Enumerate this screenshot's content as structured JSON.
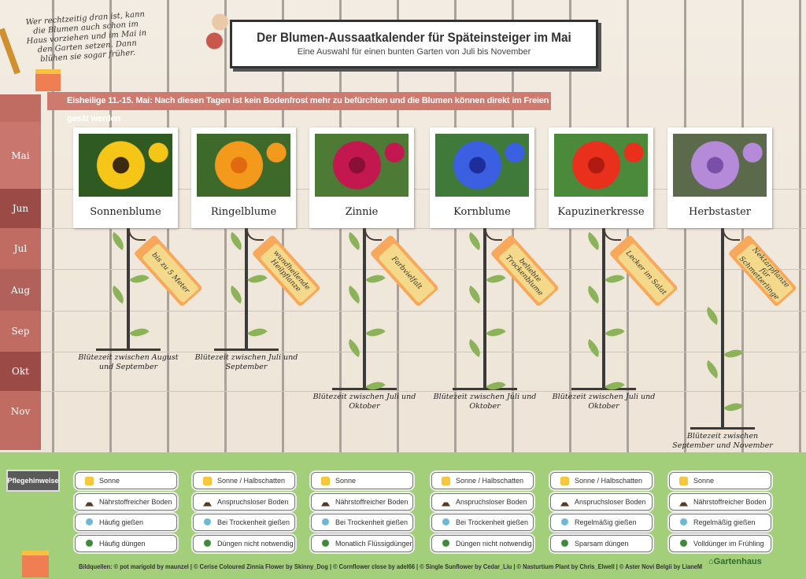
{
  "note": "Wer rechtzeitig dran ist, kann die Blumen auch schon im Haus vorziehen und im Mai in den Garten setzen. Dann blühen sie sogar früher.",
  "title": "Der Blumen-Aussaatkalender für Späteinsteiger im Mai",
  "subtitle": "Eine Auswahl für einen bunten Garten von Juli bis November",
  "banner": "Eisheilige 11.-15. Mai: Nach diesen Tagen ist kein Bodenfrost mehr zu befürchten und die Blumen können direkt im Freien gesät werden",
  "months": [
    "Mai",
    "Jun",
    "Jul",
    "Aug",
    "Sep",
    "Okt",
    "Nov"
  ],
  "care_heading": "Pflegehinweise",
  "flowers": [
    {
      "name": "Sonnenblume",
      "tag": "bis zu 5 Meter",
      "bloom": "Blütezeit zwischen August und September",
      "bloom_end": "Sep",
      "colors": [
        "#f5c518",
        "#3b2a10",
        "#2f5a22"
      ],
      "care": [
        "Sonne",
        "Nährstoffreicher Boden",
        "Häufig gießen",
        "Häufig düngen"
      ]
    },
    {
      "name": "Ringelblume",
      "tag": "wundheilende Heilpflanze",
      "bloom": "Blütezeit zwischen Juli und September",
      "bloom_end": "Sep",
      "colors": [
        "#f39a1c",
        "#e06a10",
        "#3d6a2a"
      ],
      "care": [
        "Sonne / Halbschatten",
        "Anspruchsloser Boden",
        "Bei Trockenheit gießen",
        "Düngen nicht notwendig"
      ]
    },
    {
      "name": "Zinnie",
      "tag": "Farbvielfalt",
      "bloom": "Blütezeit zwischen Juli und Oktober",
      "bloom_end": "Okt",
      "colors": [
        "#c2184f",
        "#8a0f35",
        "#4d7a35"
      ],
      "care": [
        "Sonne",
        "Nährstoffreicher Boden",
        "Bei Trockenheit gießen",
        "Monatlich Flüssigdünger"
      ]
    },
    {
      "name": "Kornblume",
      "tag": "beliebte Trockenblume",
      "bloom": "Blütezeit zwischen Juli und Oktober",
      "bloom_end": "Okt",
      "colors": [
        "#3a5fe0",
        "#1d2d9a",
        "#3f7a3a"
      ],
      "care": [
        "Sonne / Halbschatten",
        "Anspruchsloser Boden",
        "Bei Trockenheit gießen",
        "Düngen nicht notwendig"
      ]
    },
    {
      "name": "Kapuzinerkresse",
      "tag": "Lecker im Salat",
      "bloom": "Blütezeit zwischen Juli und Oktober",
      "bloom_end": "Okt",
      "colors": [
        "#e8301c",
        "#b01a10",
        "#4a8a3a"
      ],
      "care": [
        "Sonne / Halbschatten",
        "Anspruchsloser Boden",
        "Regelmäßig gießen",
        "Sparsam düngen"
      ]
    },
    {
      "name": "Herbstaster",
      "tag": "Nektarpflanze für Schmetterlinge",
      "bloom": "Blütezeit zwischen September und November",
      "bloom_end": "Nov",
      "colors": [
        "#b58ad8",
        "#7a4fa8",
        "#5a6a4a"
      ],
      "care": [
        "Sonne",
        "Nährstoffreicher Boden",
        "Regelmäßig gießen",
        "Volldünger im Frühling"
      ]
    }
  ],
  "care_icons": [
    "sun-icon",
    "soil-icon",
    "water-drop-icon",
    "fertilizer-icon"
  ],
  "credits": "Bildquellen: © pot marigold by maunzel | © Cerise Coloured Zinnia Flower by Skinny_Dog | © Cornflower close by adel66 | © Single Sunflower by Cedar_Liu | © Nasturtium Plant by Chris_Elwell | © Aster Novi Belgii by LianeM",
  "logo": "Gartenhaus",
  "colors": {
    "month_bar": "#c16c63",
    "banner": "#cf7a6f",
    "grass": "#a3cf7a",
    "tag": "#f7a85a",
    "leaf": "#8cb35a"
  }
}
